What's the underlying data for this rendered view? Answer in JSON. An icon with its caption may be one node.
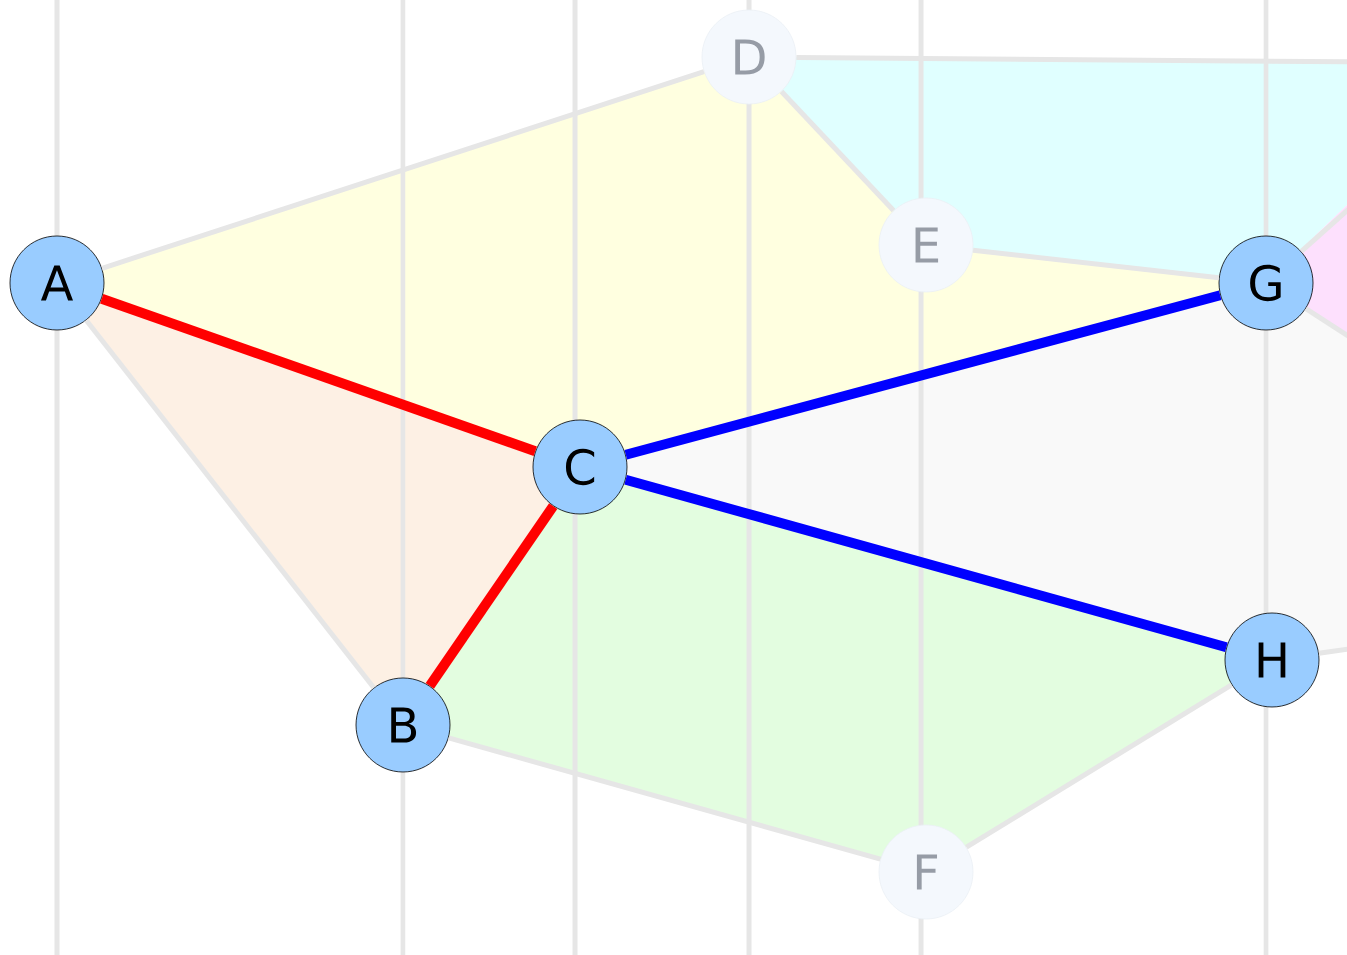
{
  "diagram": {
    "nodes": [
      {
        "text": [
          "A"
        ]
      },
      {
        "text": [
          "B"
        ]
      },
      {
        "text": [
          "C"
        ]
      },
      {
        "text": [
          "D"
        ]
      },
      {
        "text": [
          "E"
        ]
      },
      {
        "text": [
          "F"
        ]
      },
      {
        "text": [
          "G"
        ]
      },
      {
        "text": [
          "H"
        ]
      }
    ],
    "edges": [
      {
        "from": 0,
        "to": 2,
        "arrow": "none",
        "style": "thick",
        "color": "#ff0000"
      },
      {
        "from": 1,
        "to": 2,
        "arrow": "none",
        "style": "thick",
        "color": "#ff0000"
      },
      {
        "from": 2,
        "to": 6,
        "arrow": "none",
        "style": "thick",
        "color": "#0000ff"
      },
      {
        "from": 2,
        "to": 7,
        "arrow": "none",
        "style": "thick",
        "color": "#0000ff"
      },
      {
        "from": 0,
        "to": 3,
        "arrow": "none"
      },
      {
        "from": 0,
        "to": 1,
        "arrow": "none"
      },
      {
        "from": 3,
        "to": 4,
        "arrow": "none"
      },
      {
        "from": 4,
        "to": 6,
        "arrow": "none"
      },
      {
        "from": 1,
        "to": 5,
        "arrow": "none"
      },
      {
        "from": 5,
        "to": 7,
        "arrow": "none"
      },
      {
        "from": 3,
        "to": null,
        "arrow": "none"
      },
      {
        "from": 6,
        "to": null,
        "arrow": "none"
      },
      {
        "from": 6,
        "to": null,
        "arrow": "none"
      },
      {
        "from": 7,
        "to": null,
        "arrow": "none"
      }
    ]
  }
}
